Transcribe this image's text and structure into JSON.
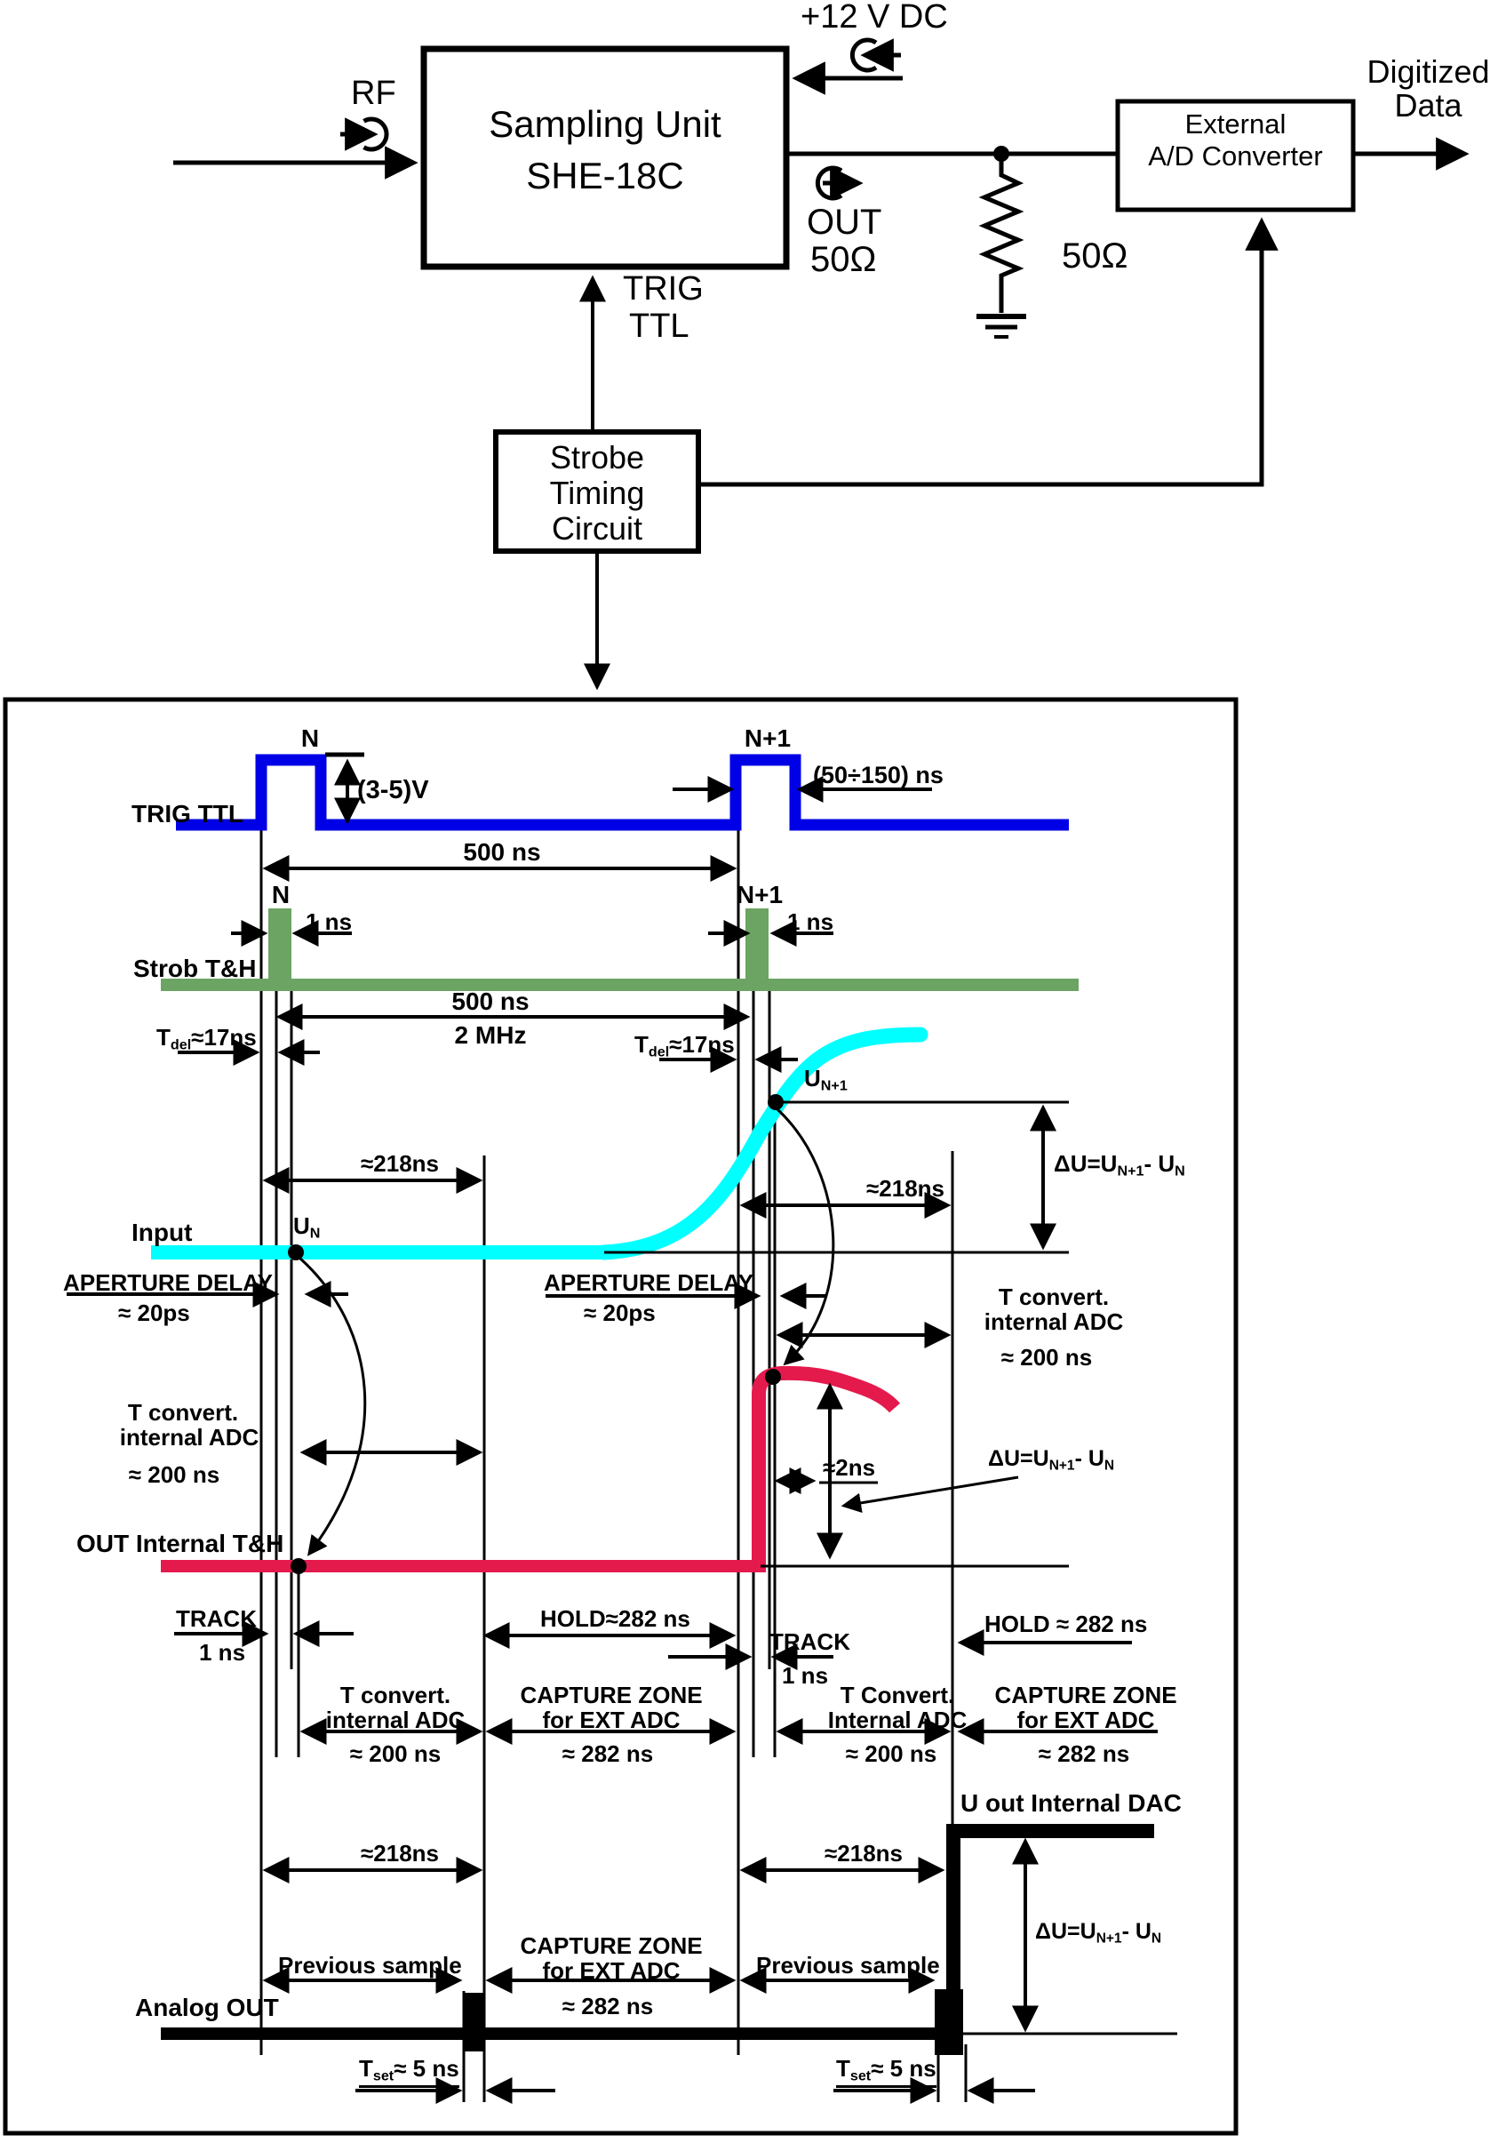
{
  "colors": {
    "trig_blue": "#0000E6",
    "strobe_green": "#6CA463",
    "input_cyan": "#00FFFF",
    "outth_red": "#E41A4D",
    "ink_black": "#000000",
    "background": "#FFFFFF"
  },
  "bd": {
    "rf": "RF",
    "su1": "Sampling Unit",
    "su2": "SHE-18C",
    "pwr": "+12 V DC",
    "adc1": "External",
    "adc2": "A/D Converter",
    "dig1": "Digitized",
    "dig2": "Data",
    "out": "OUT",
    "ohm": "50Ω",
    "trig1": "TRIG",
    "trig2": "TTL",
    "st1": "Strobe",
    "st2": "Timing",
    "st3": "Circuit"
  },
  "tm": {
    "trig_row": "TRIG TTL",
    "strob_row": "Strob T&H",
    "input_row": "Input",
    "outth_row": "OUT Internal T&H",
    "dac_row": "U out Internal DAC",
    "analog_row": "Analog OUT",
    "n": "N",
    "n1": "N+1",
    "amp": "(3-5)V",
    "pw": "(50÷150) ns",
    "p500": "500 ns",
    "mhz": "2 MHz",
    "ns1": "1 ns",
    "t_pre": "T",
    "tdel_sub": "del",
    "tdel_val": "≈17ns",
    "t218": "≈218ns",
    "u": "U",
    "sub_n": "N",
    "sub_n1": "N+1",
    "du1": "ΔU=U",
    "du2": "- U",
    "apd": "APERTURE DELAY",
    "apd_v": "≈ 20ps",
    "tc1": "T convert.",
    "tc2": "internal ADC",
    "tc1c": "T Convert.",
    "tc2c": "Internal ADC",
    "tc200": "≈ 200 ns",
    "t2": "≈2ns",
    "track": "TRACK",
    "holdm": "HOLD≈282 ns",
    "holdr": "HOLD ≈ 282 ns",
    "cz1": "CAPTURE ZONE",
    "cz2": "for EXT ADC",
    "cz282": "≈ 282 ns",
    "prev": "Previous sample",
    "tset_sub": "set",
    "tset_val": "≈ 5 ns"
  }
}
